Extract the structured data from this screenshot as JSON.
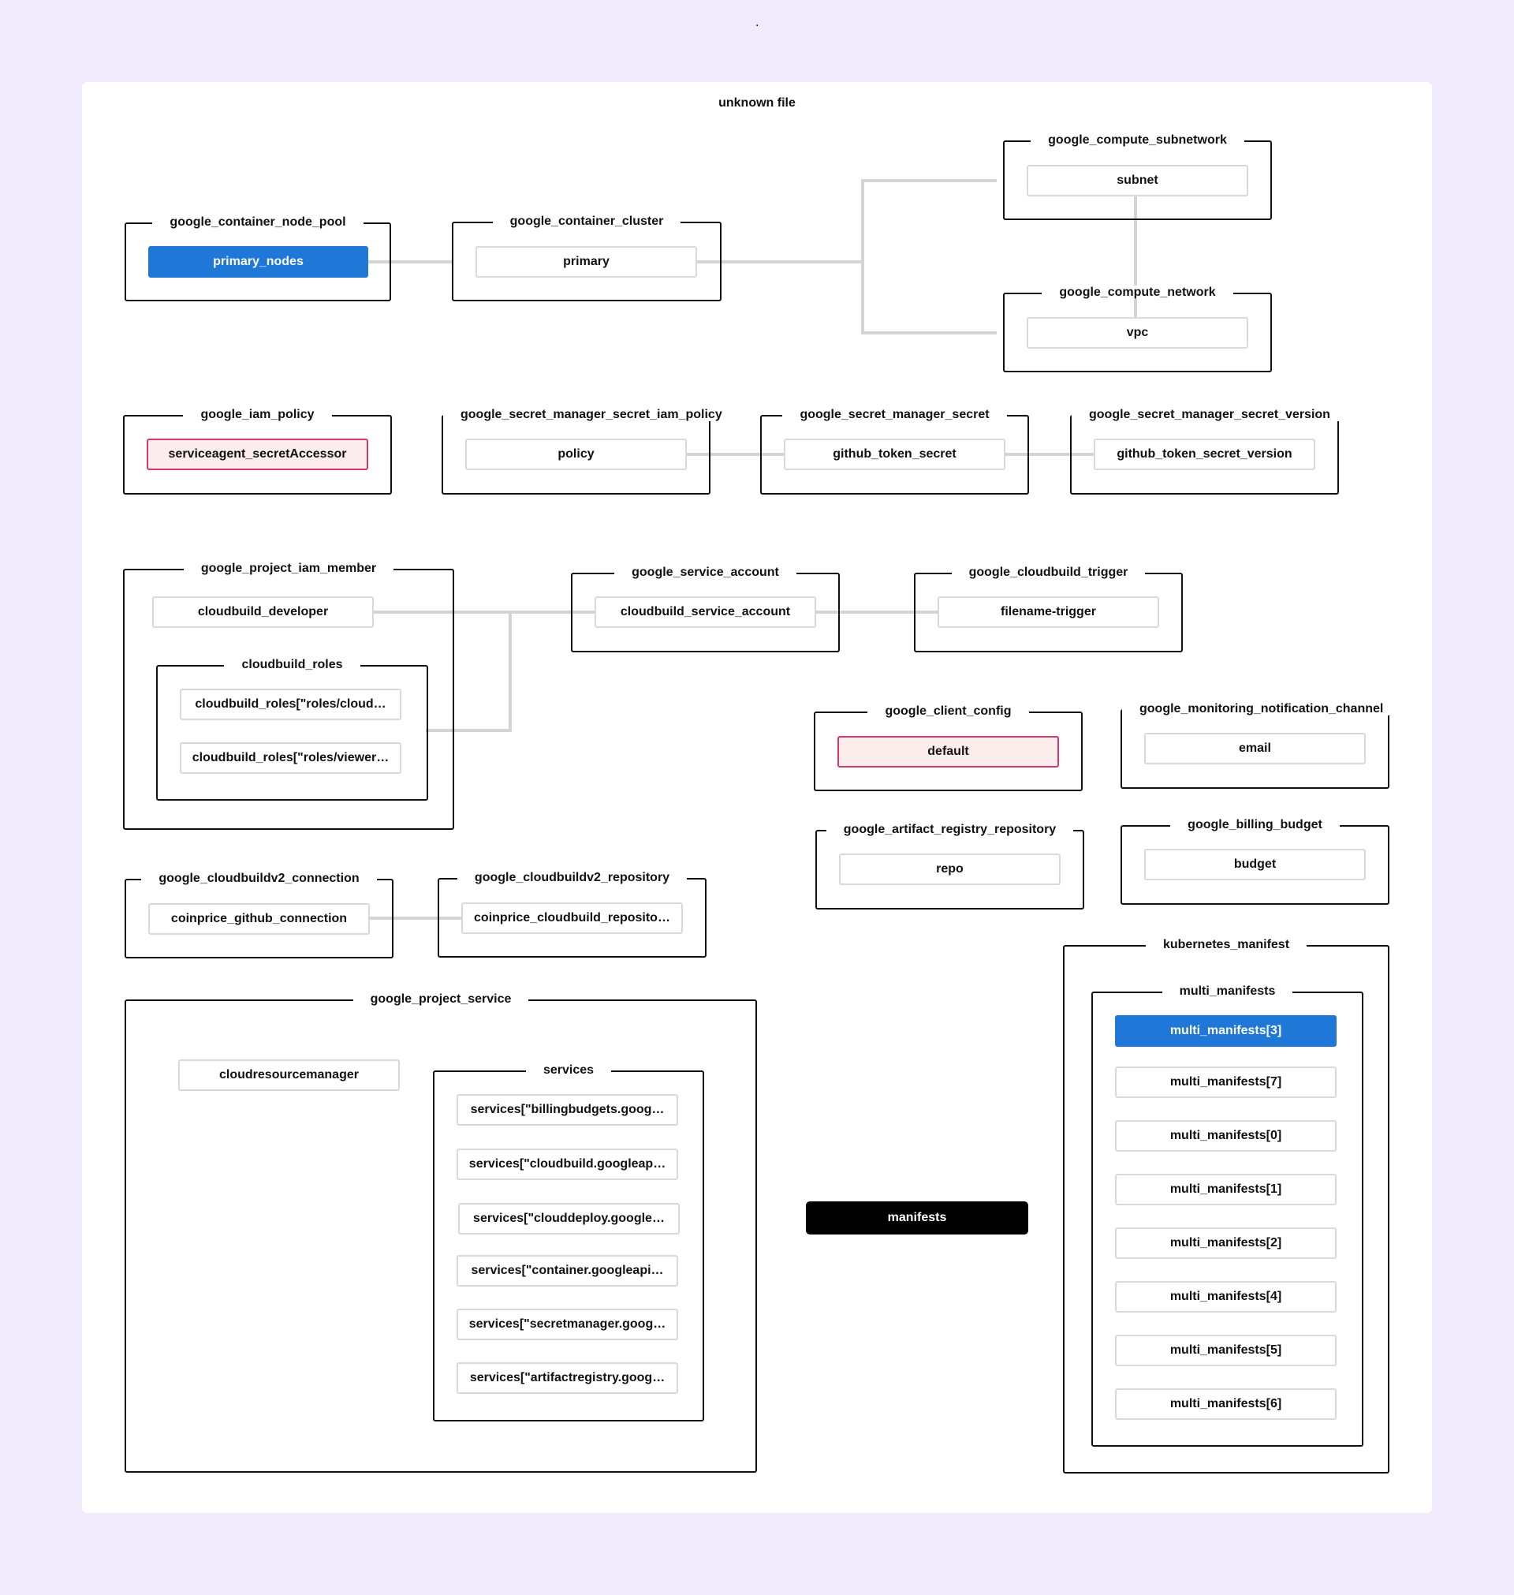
{
  "file_title": "unknown file",
  "dot": ".",
  "groups": {
    "node_pool": "google_container_node_pool",
    "cluster": "google_container_cluster",
    "subnetwork": "google_compute_subnetwork",
    "network": "google_compute_network",
    "iam_policy": "google_iam_policy",
    "secret_iam_policy": "google_secret_manager_secret_iam_policy",
    "secret": "google_secret_manager_secret",
    "secret_version": "google_secret_manager_secret_version",
    "project_iam_member": "google_project_iam_member",
    "cloudbuild_roles": "cloudbuild_roles",
    "service_account": "google_service_account",
    "cloudbuild_trigger": "google_cloudbuild_trigger",
    "client_config": "google_client_config",
    "notification_channel": "google_monitoring_notification_channel",
    "artifact_registry": "google_artifact_registry_repository",
    "billing_budget": "google_billing_budget",
    "cb2_connection": "google_cloudbuildv2_connection",
    "cb2_repository": "google_cloudbuildv2_repository",
    "project_service": "google_project_service",
    "services": "services",
    "kubernetes_manifest": "kubernetes_manifest",
    "multi_manifests": "multi_manifests"
  },
  "nodes": {
    "primary_nodes": "primary_nodes",
    "primary": "primary",
    "subnet": "subnet",
    "vpc": "vpc",
    "serviceagent": "serviceagent_secretAccessor",
    "policy": "policy",
    "github_token_secret": "github_token_secret",
    "github_token_secret_version": "github_token_secret_version",
    "cloudbuild_developer": "cloudbuild_developer",
    "roles_cloud": "cloudbuild_roles[\"roles/cloud…",
    "roles_viewer": "cloudbuild_roles[\"roles/viewer…",
    "cloudbuild_service_account": "cloudbuild_service_account",
    "filename_trigger": "filename-trigger",
    "default": "default",
    "email": "email",
    "repo": "repo",
    "budget": "budget",
    "coinprice_github_connection": "coinprice_github_connection",
    "coinprice_cloudbuild_repo": "coinprice_cloudbuild_reposito…",
    "cloudresourcemanager": "cloudresourcemanager",
    "svc_billing": "services[\"billingbudgets.goog…",
    "svc_cloudbuild": "services[\"cloudbuild.googleap…",
    "svc_clouddeploy": "services[\"clouddeploy.google…",
    "svc_container": "services[\"container.googleapi…",
    "svc_secretmanager": "services[\"secretmanager.goog…",
    "svc_artifact": "services[\"artifactregistry.goog…",
    "manifests": "manifests",
    "mm3": "multi_manifests[3]",
    "mm7": "multi_manifests[7]",
    "mm0": "multi_manifests[0]",
    "mm1": "multi_manifests[1]",
    "mm2": "multi_manifests[2]",
    "mm4": "multi_manifests[4]",
    "mm5": "multi_manifests[5]",
    "mm6": "multi_manifests[6]"
  },
  "colors": {
    "background": "#f1eafd",
    "selected_blue": "#1f78d8",
    "highlight_pink_border": "#d13a6c",
    "highlight_pink_fill": "#fdecec",
    "edge_gray": "#d4d4d4"
  }
}
